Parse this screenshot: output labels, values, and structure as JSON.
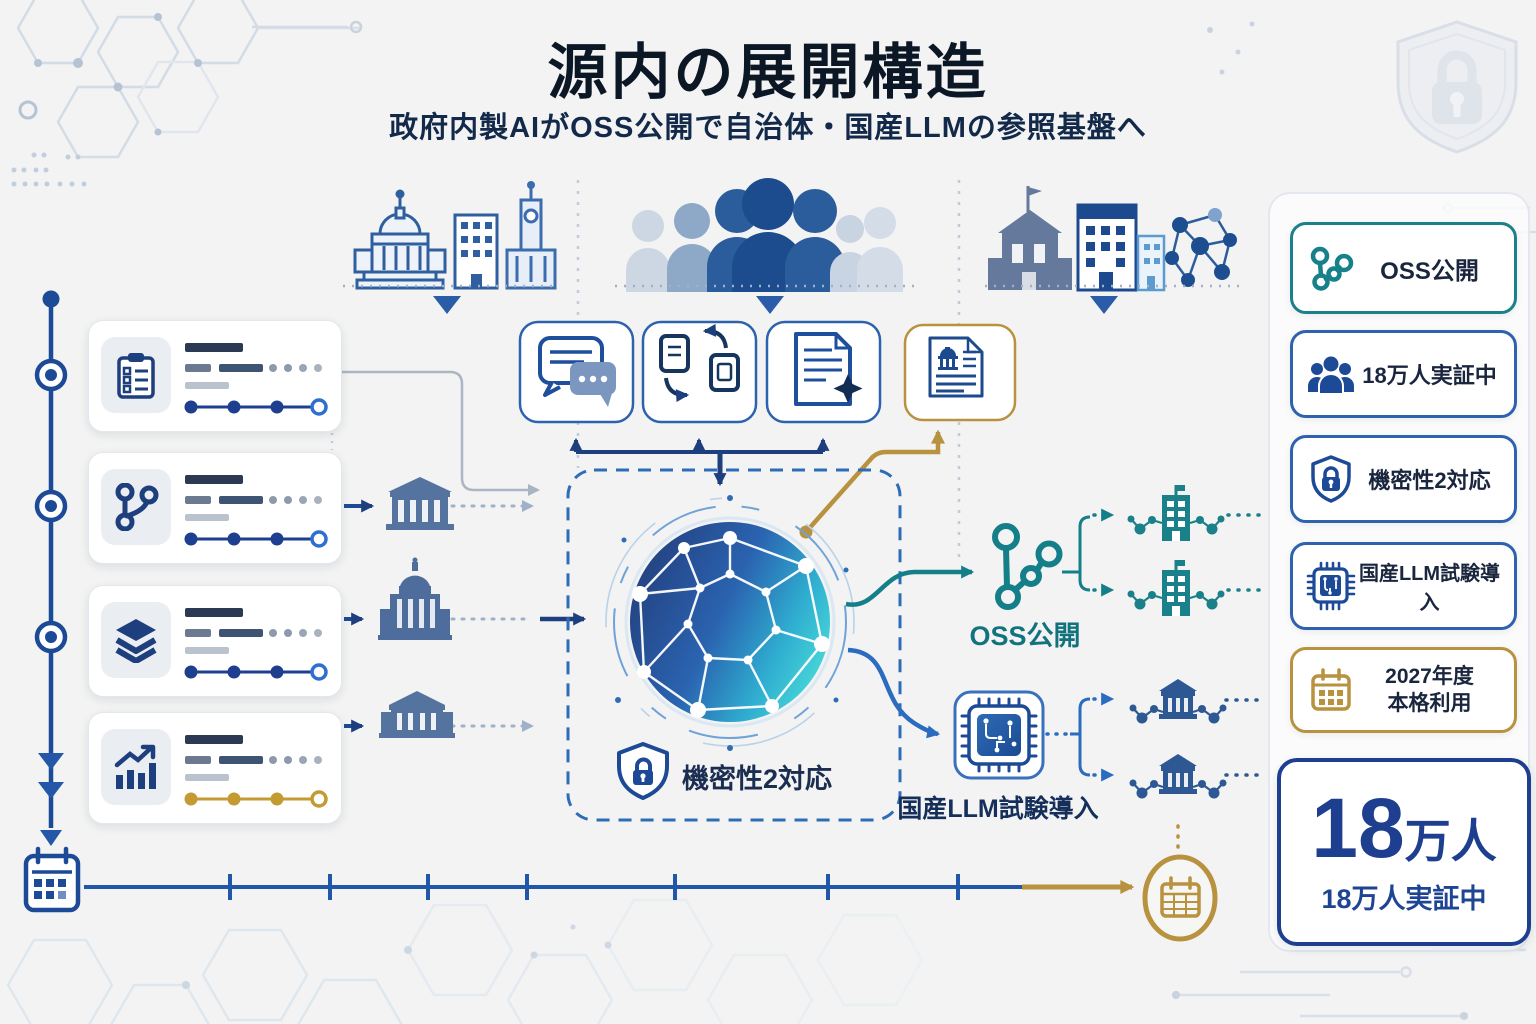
{
  "header": {
    "title": "源内の展開構造",
    "subtitle": "政府内製AIがOSS公開で自治体・国産LLMの参照基盤へ"
  },
  "core": {
    "security_label": "機密性2対応",
    "sphere": "ai-network-globe"
  },
  "branches": {
    "oss_label": "OSS公開",
    "llm_label": "国産LLM試験導入"
  },
  "top_groups": {
    "left": "government-buildings",
    "center": "citizen-user-group",
    "right": "municipality-and-network"
  },
  "sidebar": {
    "badges": [
      {
        "label": "OSS公開",
        "icon": "git-branch-icon",
        "accent": "#1c8089"
      },
      {
        "label": "18万人実証中",
        "icon": "people-icon",
        "accent": "#2e62ae"
      },
      {
        "label": "機密性2対応",
        "icon": "shield-lock-icon",
        "accent": "#2e62ae"
      },
      {
        "label": "国産LLM試験導入",
        "icon": "chip-icon",
        "accent": "#2e62ae"
      },
      {
        "label_line1": "2027年度",
        "label_line2": "本格利用",
        "icon": "calendar-icon",
        "accent": "#b8923f"
      }
    ],
    "stat": {
      "number": "18",
      "unit": "万人",
      "caption": "18万人実証中"
    }
  },
  "colors": {
    "navy": "#16325e",
    "blue": "#1e4f9c",
    "teal": "#16818b",
    "gold": "#b8923f",
    "background": "#f2f3f2"
  }
}
